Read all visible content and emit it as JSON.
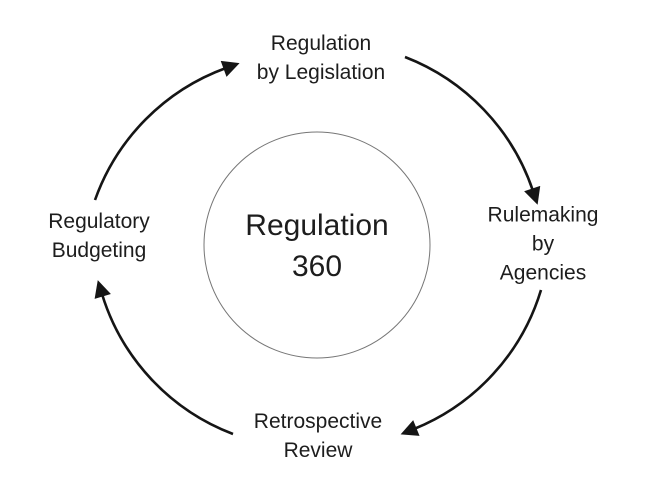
{
  "diagram": {
    "center_label": "Regulation\n360",
    "nodes": [
      {
        "position": "top",
        "label": "Regulation\nby Legislation"
      },
      {
        "position": "right",
        "label": "Rulemaking\nby Agencies"
      },
      {
        "position": "bottom",
        "label": "Retrospective\nReview"
      },
      {
        "position": "left",
        "label": "Regulatory\nBudgeting"
      }
    ],
    "arrows": [
      {
        "from": "Regulatory Budgeting",
        "to": "Regulation by Legislation"
      },
      {
        "from": "Regulation by Legislation",
        "to": "Rulemaking by Agencies"
      },
      {
        "from": "Rulemaking by Agencies",
        "to": "Retrospective Review"
      },
      {
        "from": "Retrospective Review",
        "to": "Regulatory Budgeting"
      }
    ],
    "colors": {
      "text": "#1d1d1d",
      "arrow": "#151515",
      "circle_stroke": "#767676",
      "background": "#ffffff"
    }
  }
}
